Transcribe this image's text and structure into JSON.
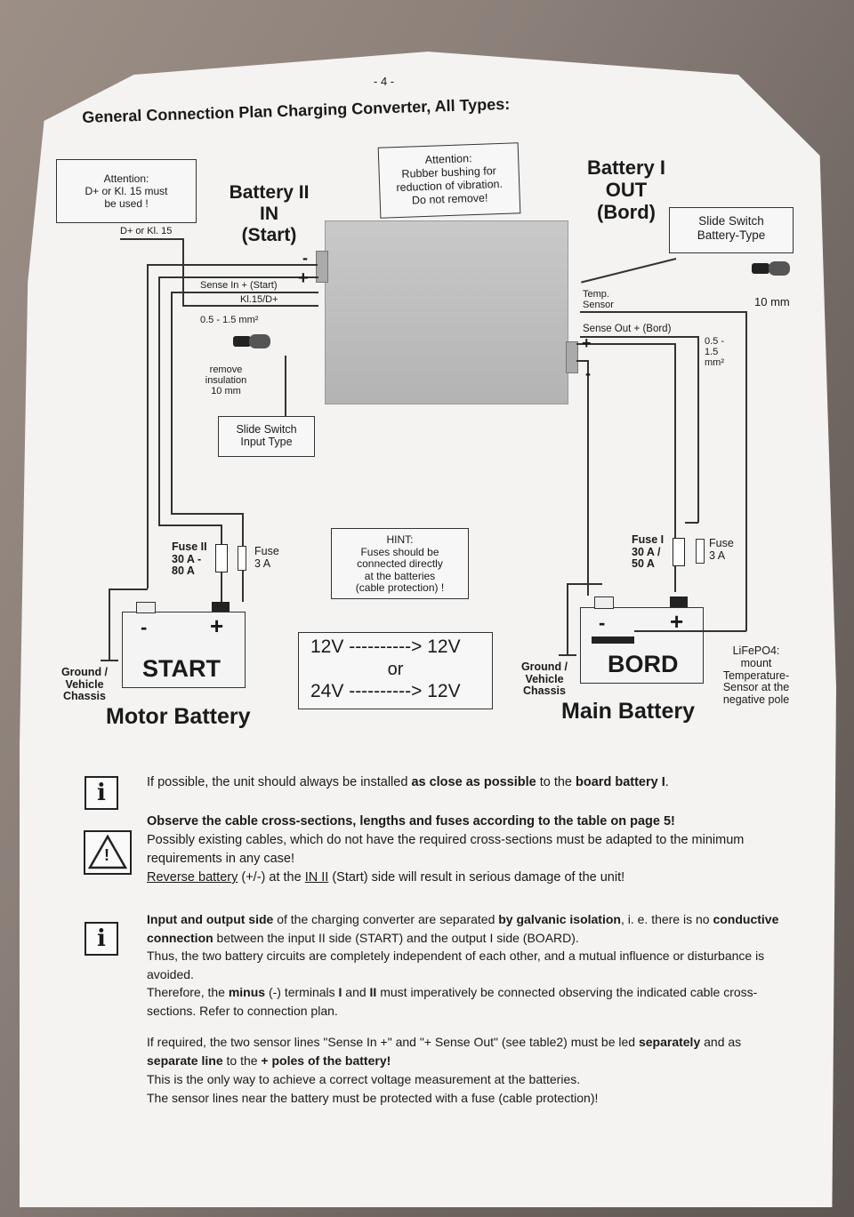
{
  "page_number": "- 4 -",
  "title": "General Connection Plan Charging Converter, All Types:",
  "diagram": {
    "attention_d": "Attention:\nD+ or Kl. 15 must\nbe used !",
    "d_label": "D+ or Kl. 15",
    "battery_in": "Battery II\nIN\n(Start)",
    "attention_rubber": "Attention:\nRubber bushing for\nreduction of vibration.\nDo not remove!",
    "battery_out": "Battery I\nOUT\n(Bord)",
    "slide_switch_battery": "Slide Switch\nBattery-Type",
    "sense_in": "Sense In + (Start)",
    "kl15": "Kl.15/D+",
    "cross_section_in": "0.5 - 1.5 mm²",
    "remove_insulation": "remove\ninsulation\n10 mm",
    "slide_switch_input": "Slide Switch\nInput Type",
    "temp_sensor": "Temp.\nSensor",
    "sense_out": "Sense Out + (Bord)",
    "cross_section_out": "0.5 -\n1.5\nmm²",
    "ten_mm": "10 mm",
    "fuse2": "Fuse II\n30 A -\n80 A",
    "fuse3a_left": "Fuse\n3 A",
    "hint": "HINT:\nFuses should be\nconnected directly\nat the batteries\n(cable protection) !",
    "fuse1": "Fuse I\n30 A /\n50 A",
    "fuse3a_right": "Fuse\n3 A",
    "minus": "-",
    "plus": "+",
    "start": "START",
    "bord": "BORD",
    "voltage_line1": "12V ----------> 12V",
    "voltage_or": "or",
    "voltage_line2": "24V ----------> 12V",
    "ground_left": "Ground /\nVehicle\nChassis",
    "ground_right": "Ground /\nVehicle\nChassis",
    "motor_battery": "Motor Battery",
    "main_battery": "Main Battery",
    "lifepo4": "LiFePO4:\nmount\nTemperature-\nSensor at the\nnegative pole"
  },
  "notes": {
    "icon_info": "i",
    "icon_warning": "!",
    "n1_a": "If possible, the unit should always be installed ",
    "n1_b": "as close as possible",
    "n1_c": " to the ",
    "n1_d": "board battery I",
    "n1_e": ".",
    "w1": "Observe the cable cross-sections, lengths and fuses according to the table on page 5!",
    "w2": "Possibly existing cables, which do not have the required cross-sections must be adapted to the minimum requirements in any case!",
    "w3_a": "Reverse battery",
    "w3_b": " (+/-) at the ",
    "w3_c": "IN II",
    "w3_d": " (Start) side will result in serious damage of the unit!",
    "g1_a": "Input and output side",
    "g1_b": " of the charging converter are separated ",
    "g1_c": "by galvanic isolation",
    "g1_d": ", i. e. there is no ",
    "g1_e": "conductive connection",
    "g1_f": " between the input II side (START) and the output I side (BOARD).",
    "g2": "Thus, the two battery circuits are completely independent of each other, and a mutual influence or disturbance is avoided.",
    "g3_a": "Therefore, the ",
    "g3_b": "minus",
    "g3_c": " (-) terminals ",
    "g3_d": "I",
    "g3_e": " and ",
    "g3_f": "II",
    "g3_g": " must imperatively be connected observing the indicated cable cross-sections. Refer to connection plan.",
    "s1_a": "If required, the two sensor lines \"Sense In +\" and \"+ Sense Out\" (see table2) must be led ",
    "s1_b": "separately",
    "s1_c": " and as ",
    "s1_d": "separate line",
    "s1_e": " to the ",
    "s1_f": "+ poles of the battery!",
    "s2": "This is the only way to achieve a correct voltage measurement at the batteries.",
    "s3": "The sensor lines near the battery must be protected with a fuse (cable protection)!"
  }
}
